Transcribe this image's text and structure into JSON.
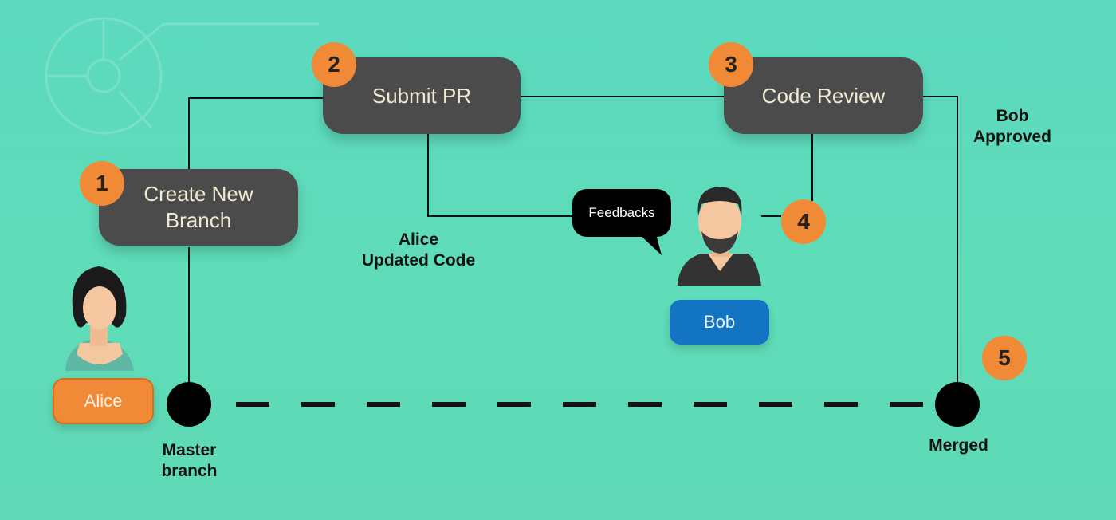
{
  "steps": [
    {
      "number": "1",
      "label": "Create New Branch"
    },
    {
      "number": "2",
      "label": "Submit PR"
    },
    {
      "number": "3",
      "label": "Code Review"
    },
    {
      "number": "4"
    },
    {
      "number": "5"
    }
  ],
  "people": {
    "alice": {
      "name": "Alice",
      "color": "#f08a36"
    },
    "bob": {
      "name": "Bob",
      "color": "#1474c4"
    }
  },
  "speech_bubble": {
    "text": "Feedbacks"
  },
  "notes": {
    "alice_updated": [
      "Alice",
      "Updated Code"
    ],
    "bob_approved": [
      "Bob",
      "Approved"
    ]
  },
  "nodes": {
    "master": [
      "Master",
      "branch"
    ],
    "merged": "Merged"
  },
  "colors": {
    "step_box": "#4b4b4b",
    "badge": "#f08a36",
    "background": "#5cd9bf"
  }
}
